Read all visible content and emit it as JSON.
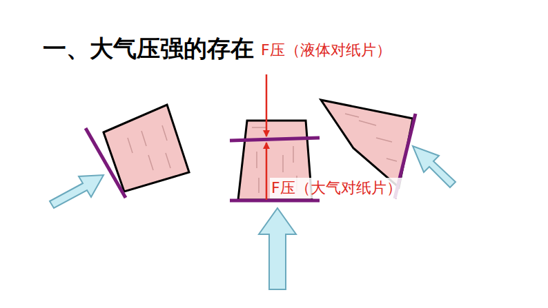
{
  "diagram": {
    "title": "一、大气压强的存在",
    "labels": [
      "F压（液体对纸片）",
      "F压（大气对纸片）"
    ]
  }
}
